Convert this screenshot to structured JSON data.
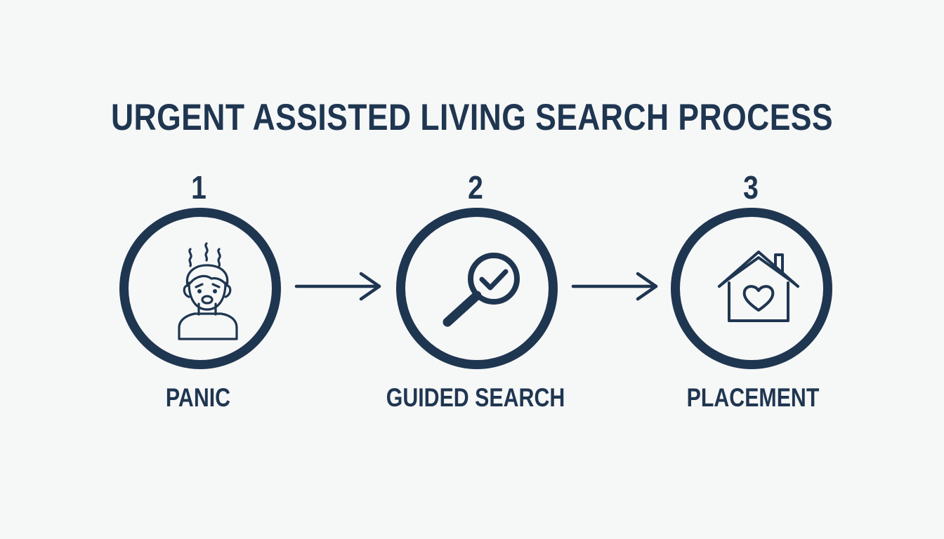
{
  "title": "URGENT ASSISTED LIVING SEARCH PROCESS",
  "steps": [
    {
      "number": "1",
      "label": "PANIC",
      "icon": "stressed-person-icon"
    },
    {
      "number": "2",
      "label": "GUIDED SEARCH",
      "icon": "magnifier-check-icon"
    },
    {
      "number": "3",
      "label": "PLACEMENT",
      "icon": "house-heart-icon"
    }
  ],
  "colors": {
    "primary": "#1f3651",
    "background": "#f6f7f7"
  }
}
